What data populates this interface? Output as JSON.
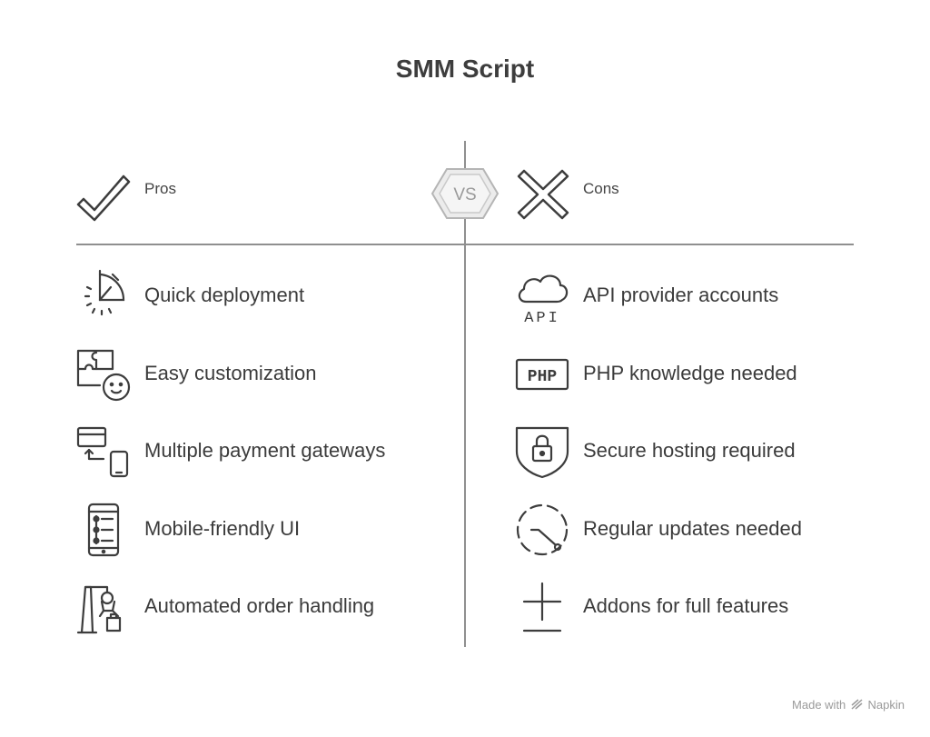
{
  "title": "SMM Script",
  "vs_label": "VS",
  "pros": {
    "header": "Pros",
    "items": [
      {
        "label": "Quick deployment",
        "icon": "stopwatch-icon"
      },
      {
        "label": "Easy customization",
        "icon": "puzzle-face-icon"
      },
      {
        "label": "Multiple payment gateways",
        "icon": "card-to-phone-icon"
      },
      {
        "label": "Mobile-friendly UI",
        "icon": "mobile-list-icon"
      },
      {
        "label": "Automated order handling",
        "icon": "robot-arm-icon"
      }
    ]
  },
  "cons": {
    "header": "Cons",
    "items": [
      {
        "label": "API provider accounts",
        "icon": "cloud-api-icon"
      },
      {
        "label": "PHP knowledge needed",
        "icon": "php-badge-icon"
      },
      {
        "label": "Secure hosting required",
        "icon": "shield-lock-icon"
      },
      {
        "label": "Regular updates needed",
        "icon": "dashed-cycle-icon"
      },
      {
        "label": "Addons for full features",
        "icon": "plus-minus-icon"
      }
    ]
  },
  "footer": {
    "made_with": "Made with",
    "brand": "Napkin"
  },
  "php_icon_text": "PHP",
  "api_icon_text": "API",
  "colors": {
    "lines": "#8f8f8f",
    "icon_stroke": "#3d3d3d",
    "text": "#3b3b3b",
    "vs_fill": "#e8e8e8"
  }
}
